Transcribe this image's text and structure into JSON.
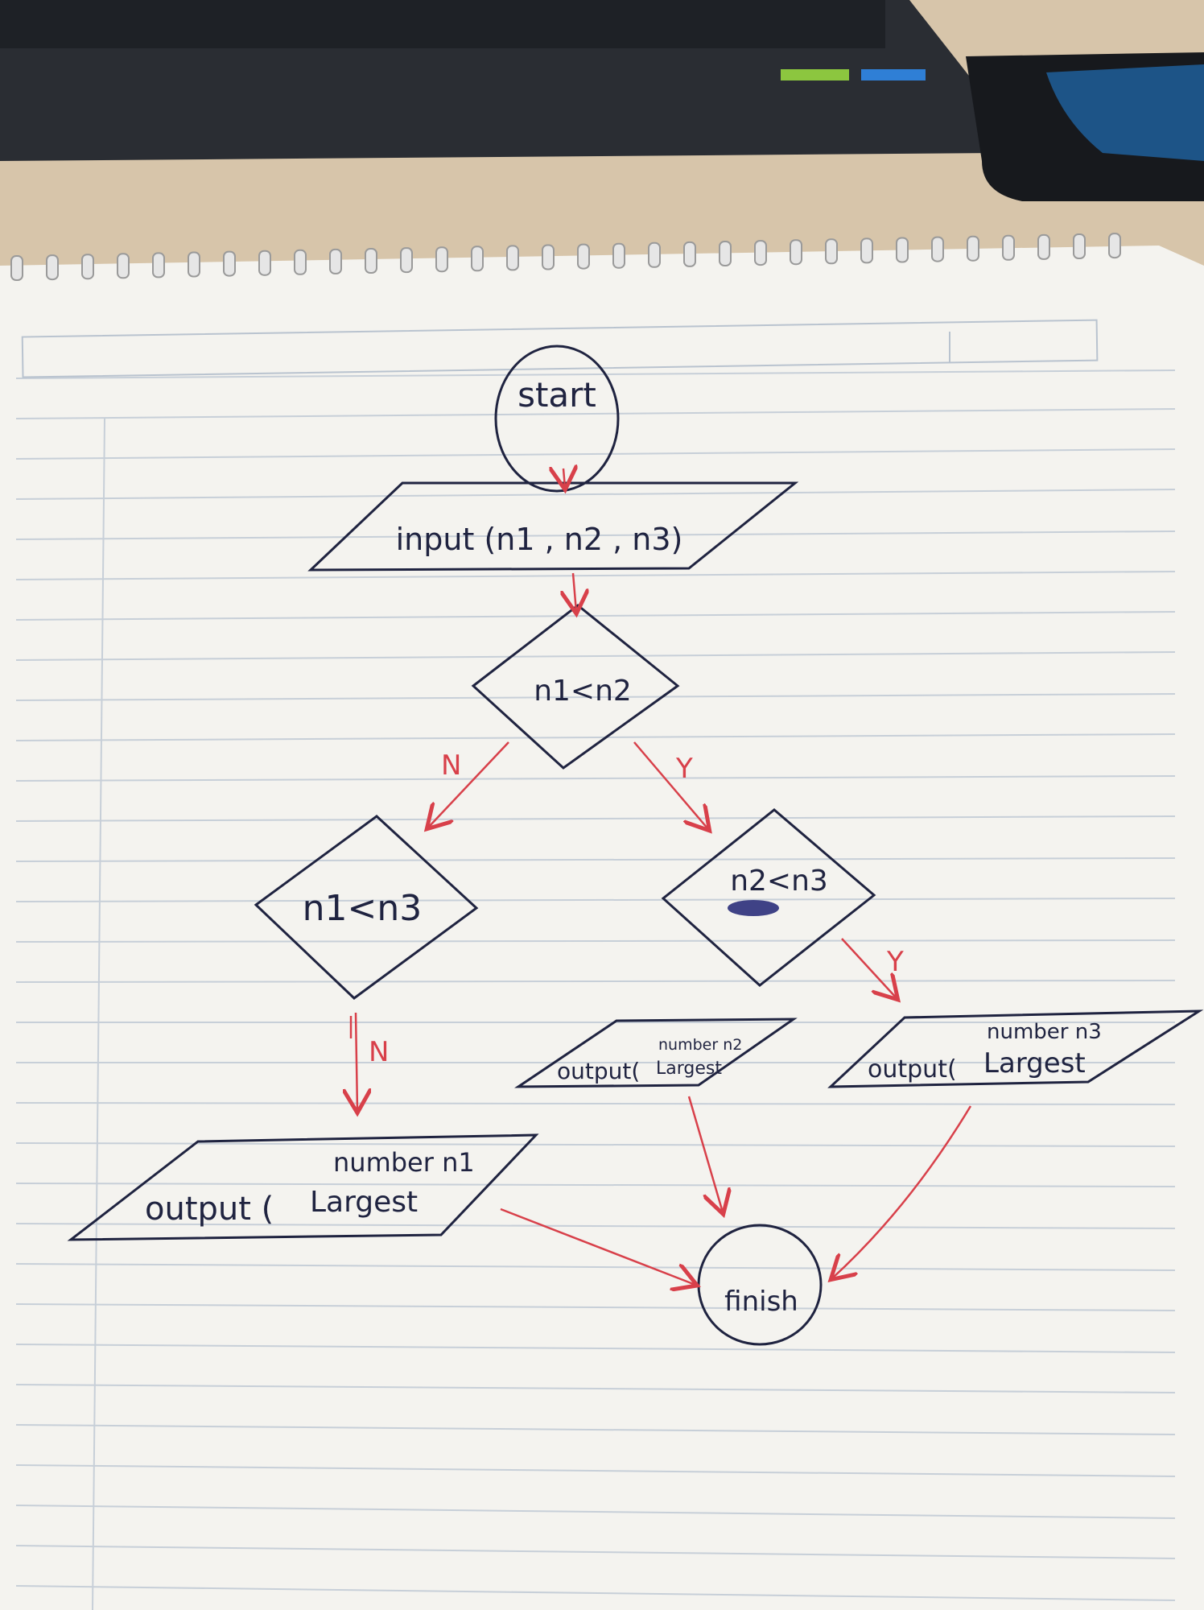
{
  "flowchart": {
    "start": "start",
    "input": "input (n1 , n2 , n3)",
    "decision1": "n1<n2",
    "decision2": "n1<n3",
    "decision3": "n2<n3",
    "branch_no_1": "N",
    "branch_yes_1": "Y",
    "branch_no_2": "N",
    "branch_yes_3": "Y",
    "output1_prefix": "output (",
    "output1_line1": "number n1",
    "output1_line2": "Largest",
    "output2_prefix": "output(",
    "output2_line1": "number n2",
    "output2_line2": "Largest",
    "output3_prefix": "output(",
    "output3_line1": "number n3",
    "output3_line2": "Largest",
    "finish": "finish"
  },
  "colors": {
    "ink": "#1f2340",
    "arrow": "#d8404a",
    "paper": "#f4f3ef",
    "line": "#c7cfd8",
    "laptop": "#2a2d33",
    "desk": "#d7c5aa"
  }
}
